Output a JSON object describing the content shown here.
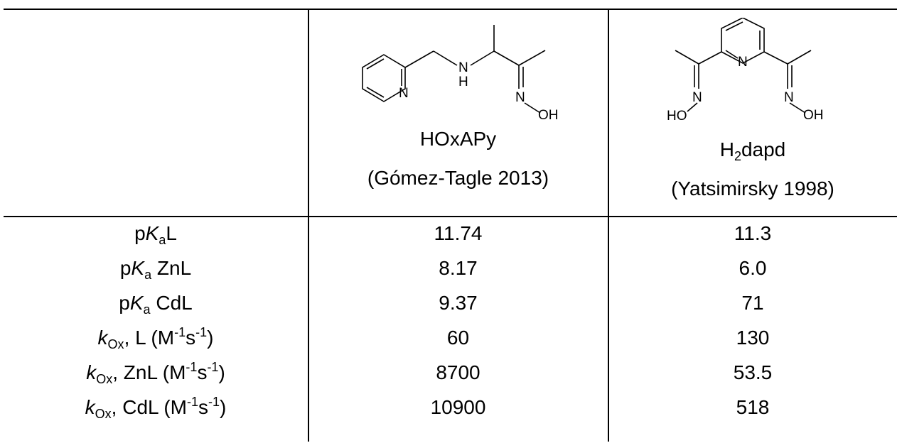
{
  "compounds": [
    {
      "name": "HOxAPy",
      "reference": "(Gómez-Tagle 2013)",
      "atom_labels": {
        "n_ring": "N",
        "nh": "N",
        "h": "H",
        "n_oxime": "N",
        "oh": "OH"
      }
    },
    {
      "name_main": "H",
      "name_sub": "2",
      "name_rest": "dapd",
      "reference": "(Yatsimirsky 1998)",
      "atom_labels": {
        "n_ring": "N",
        "n_left": "N",
        "ho_left": "HO",
        "n_right": "N",
        "oh_right": "OH"
      }
    }
  ],
  "rows": [
    {
      "label": {
        "p": "p",
        "K": "K",
        "a": "a",
        "rest": "L"
      },
      "values": [
        "11.74",
        "11.3"
      ]
    },
    {
      "label": {
        "p": "p",
        "K": "K",
        "a": "a",
        "rest": " ZnL"
      },
      "values": [
        "8.17",
        "6.0"
      ]
    },
    {
      "label": {
        "p": "p",
        "K": "K",
        "a": "a",
        "rest": " CdL"
      },
      "values": [
        "9.37",
        "71"
      ]
    },
    {
      "label": {
        "k": "k",
        "ox": "Ox",
        "rest": ", L (M",
        "e1": "-1",
        "s": "s",
        "e2": "-1",
        "close": ")"
      },
      "values": [
        "60",
        "130"
      ]
    },
    {
      "label": {
        "k": "k",
        "ox": "Ox",
        "rest": ", ZnL (M",
        "e1": "-1",
        "s": "s",
        "e2": "-1",
        "close": ")"
      },
      "values": [
        "8700",
        "53.5"
      ]
    },
    {
      "label": {
        "k": "k",
        "ox": "Ox",
        "rest": ", CdL (M",
        "e1": "-1",
        "s": "s",
        "e2": "-1",
        "close": ")"
      },
      "values": [
        "10900",
        "518"
      ]
    }
  ]
}
